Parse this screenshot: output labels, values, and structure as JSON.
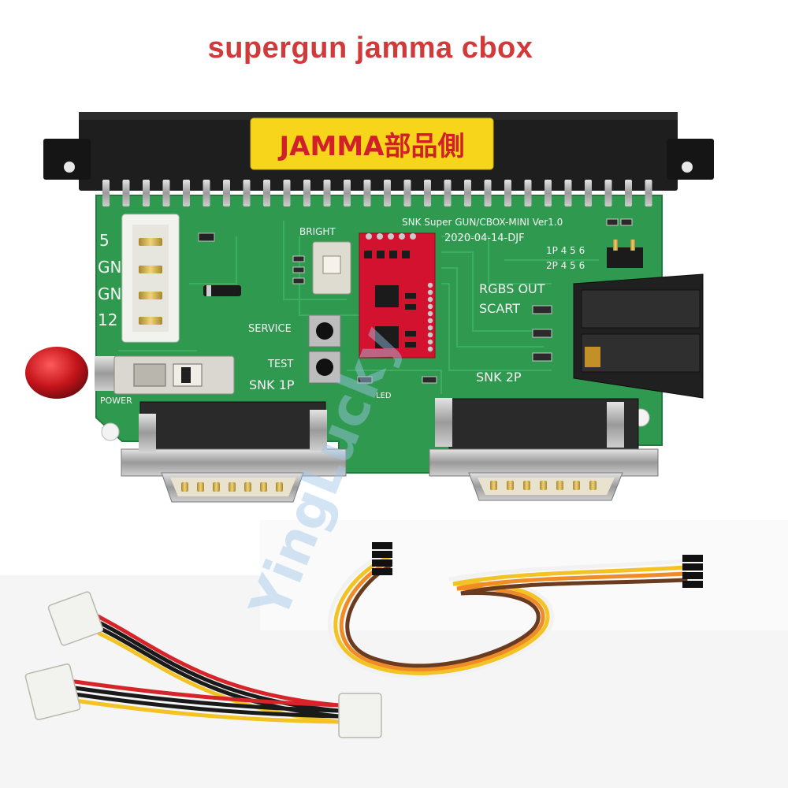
{
  "headline": "supergun jamma cbox",
  "product": {
    "edge_label": "JAMMA部品側",
    "board_id_line1": "SNK Super GUN/CBOX-MINI Ver1.0",
    "board_id_line2": "2020-04-14-DJF",
    "labels": {
      "bright": "BRIGHT",
      "service": "SERVICE",
      "test": "TEST",
      "snk_1p": "SNK 1P",
      "snk_2p": "SNK 2P",
      "rgbs_out": "RGBS OUT",
      "scart": "SCART",
      "power": "POWER",
      "led": "LED",
      "row_1p": "1P 4 5 6",
      "row_2p": "2P 4 5 6",
      "pwr_5": "5",
      "pwr_gn1": "GN",
      "pwr_gn2": "GN",
      "pwr_12": "12"
    }
  },
  "watermark": "YingLucky",
  "colors": {
    "pcb": "#2f9a4f",
    "edge_connector": "#1e1e1e",
    "label_yellow": "#f6d51a",
    "chip_board": "#d3122f",
    "power_knob": "#c4141b",
    "wire_red": "#d6242b",
    "wire_yellow": "#f2c322",
    "wire_black": "#1a1a1a",
    "wire_white": "#f2f2f2",
    "wire_orange": "#ef8c27",
    "wire_brown": "#6b3b1f"
  }
}
